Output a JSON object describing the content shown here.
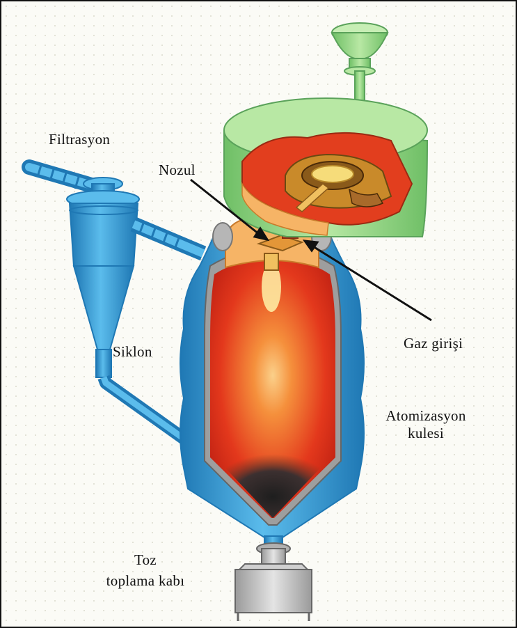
{
  "labels": {
    "filtrasyon": "Filtrasyon",
    "nozul": "Nozul",
    "siklon": "Siklon",
    "gaz_girisi": "Gaz girişi",
    "atomizasyon_line1": "Atomizasyon",
    "atomizasyon_line2": "kulesi",
    "toz_line1": "Toz",
    "toz_line2": "toplama kabı"
  },
  "colors": {
    "background": "#fbfbf6",
    "border": "#111111",
    "tower_blue": "#3fa6dc",
    "tower_blue_dark": "#1f78b4",
    "chamber_red": "#e3381c",
    "chamber_orange": "#f4a24a",
    "dust_dark": "#2a2a2a",
    "furnace_green": "#9ed98a",
    "furnace_green_dark": "#5aa25a",
    "collector_grey": "#c8c8c8"
  }
}
